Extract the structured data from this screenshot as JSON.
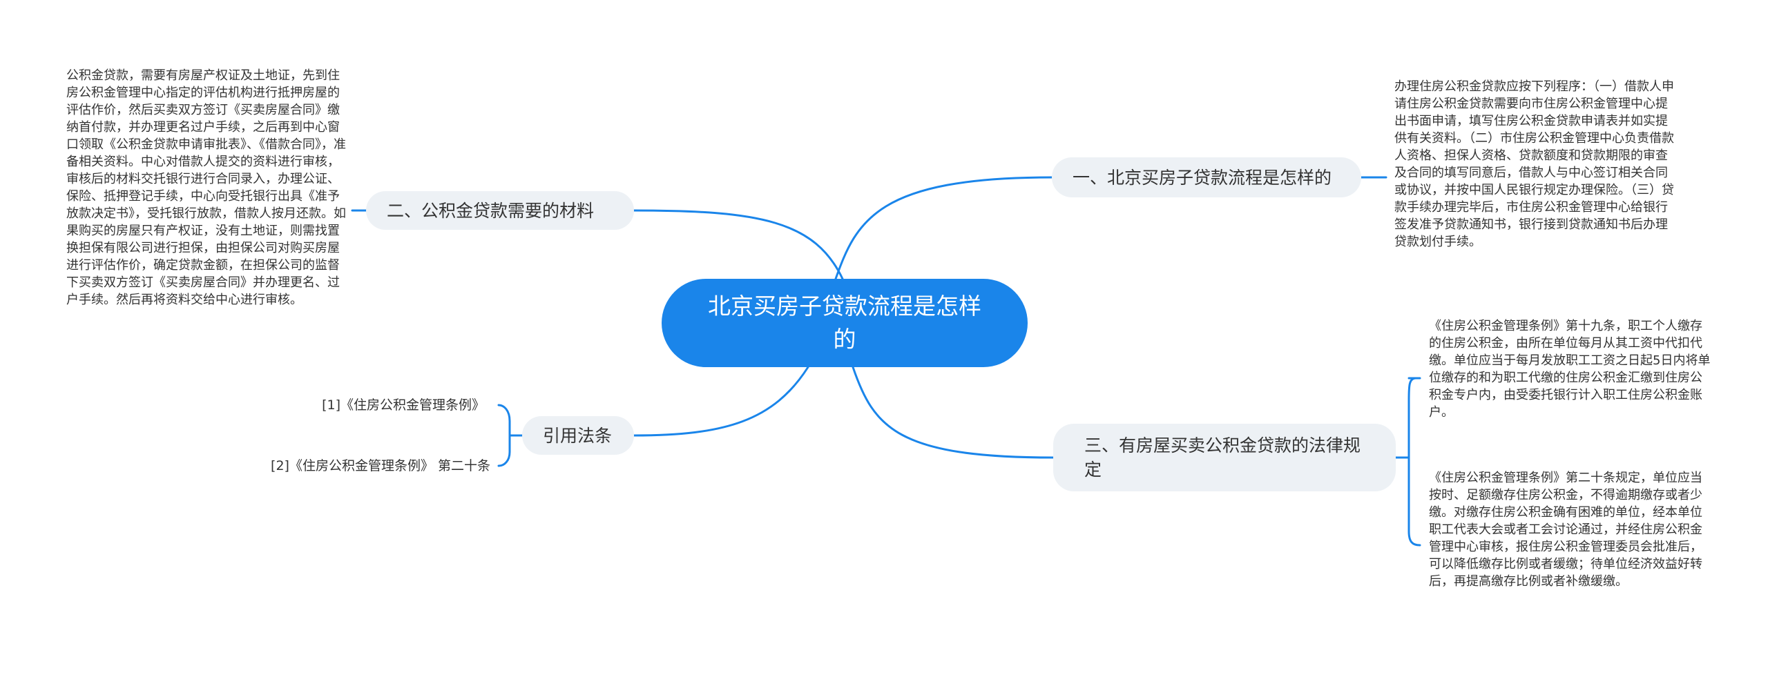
{
  "root": {
    "label": "北京买房子贷款流程是怎样的"
  },
  "branches": [
    {
      "label": "一、北京买房子贷款流程是怎样的",
      "leaves": [
        "办理住房公积金贷款应按下列程序：（一）借款人申请住房公积金贷款需要向市住房公积金管理中心提出书面申请，填写住房公积金贷款申请表并如实提供有关资料。（二）市住房公积金管理中心负责借款人资格、担保人资格、贷款额度和贷款期限的审查及合同的填写同意后，借款人与中心签订相关合同或协议，并按中国人民银行规定办理保险。（三）贷款手续办理完毕后，市住房公积金管理中心给银行签发准予贷款通知书，银行接到贷款通知书后办理贷款划付手续。"
      ]
    },
    {
      "label": "二、公积金贷款需要的材料",
      "leaves": [
        "公积金贷款，需要有房屋产权证及土地证，先到住房公积金管理中心指定的评估机构进行抵押房屋的评估作价，然后买卖双方签订《买卖房屋合同》缴纳首付款，并办理更名过户手续，之后再到中心窗口领取《公积金贷款申请审批表》、《借款合同》，准备相关资料。中心对借款人提交的资料进行审核，审核后的材料交托银行进行合同录入，办理公证、保险、抵押登记手续，中心向受托银行出具《准予放款决定书》，受托银行放款，借款人按月还款。如果购买的房屋只有产权证，没有土地证，则需找置换担保有限公司进行担保，由担保公司对购买房屋进行评估作价，确定贷款金额，在担保公司的监督下买卖双方签订《买卖房屋合同》并办理更名、过户手续。然后再将资料交给中心进行审核。"
      ]
    },
    {
      "label": "三、有房屋买卖公积金贷款的法律规定",
      "leaves": [
        "《住房公积金管理条例》第十九条，职工个人缴存的住房公积金，由所在单位每月从其工资中代扣代缴。单位应当于每月发放职工工资之日起5日内将单位缴存的和为职工代缴的住房公积金汇缴到住房公积金专户内，由受委托银行计入职工住房公积金账户。",
        "《住房公积金管理条例》第二十条规定，单位应当按时、足额缴存住房公积金，不得逾期缴存或者少缴。对缴存住房公积金确有困难的单位，经本单位职工代表大会或者工会讨论通过，并经住房公积金管理中心审核，报住房公积金管理委员会批准后，可以降低缴存比例或者缓缴；待单位经济效益好转后，再提高缴存比例或者补缴缓缴。"
      ]
    },
    {
      "label": "引用法条",
      "leaves": [
        "[1]《住房公积金管理条例》",
        "[2]《住房公积金管理条例》 第二十条"
      ]
    }
  ],
  "colors": {
    "accent": "#1a85ea",
    "branch_bg": "#edf1f5",
    "text": "#333333"
  }
}
